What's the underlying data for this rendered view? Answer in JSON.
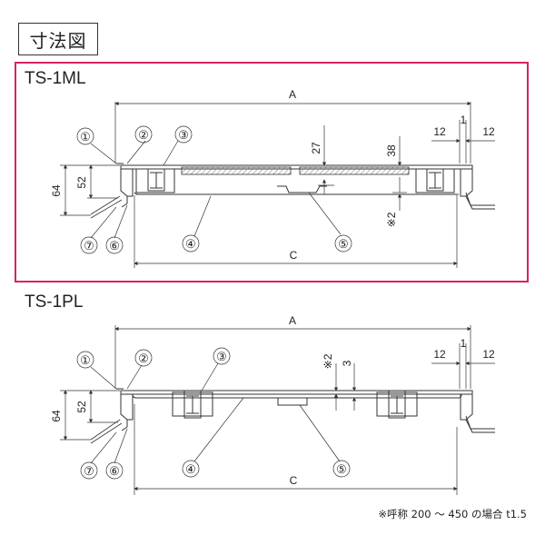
{
  "title": "寸法図",
  "models": [
    {
      "name": "TS-1ML",
      "dims": {
        "A": "A",
        "C": "C",
        "d27": "27",
        "d38": "38",
        "d12_left": "12",
        "d1": "1",
        "d12_right": "12",
        "d64": "64",
        "d52": "52",
        "note2": "※2"
      }
    },
    {
      "name": "TS-1PL",
      "dims": {
        "A": "A",
        "C": "C",
        "note2": "※2",
        "d3": "3",
        "d12_left": "12",
        "d1": "1",
        "d12_right": "12",
        "d64": "64",
        "d52": "52"
      }
    }
  ],
  "callouts": [
    "①",
    "②",
    "③",
    "④",
    "⑤",
    "⑥",
    "⑦"
  ],
  "footnote": "※呼称 200 ～ 450 の場合 t1.5",
  "colors": {
    "frame": "#d6245e",
    "line": "#333333",
    "hatch": "#888888"
  }
}
